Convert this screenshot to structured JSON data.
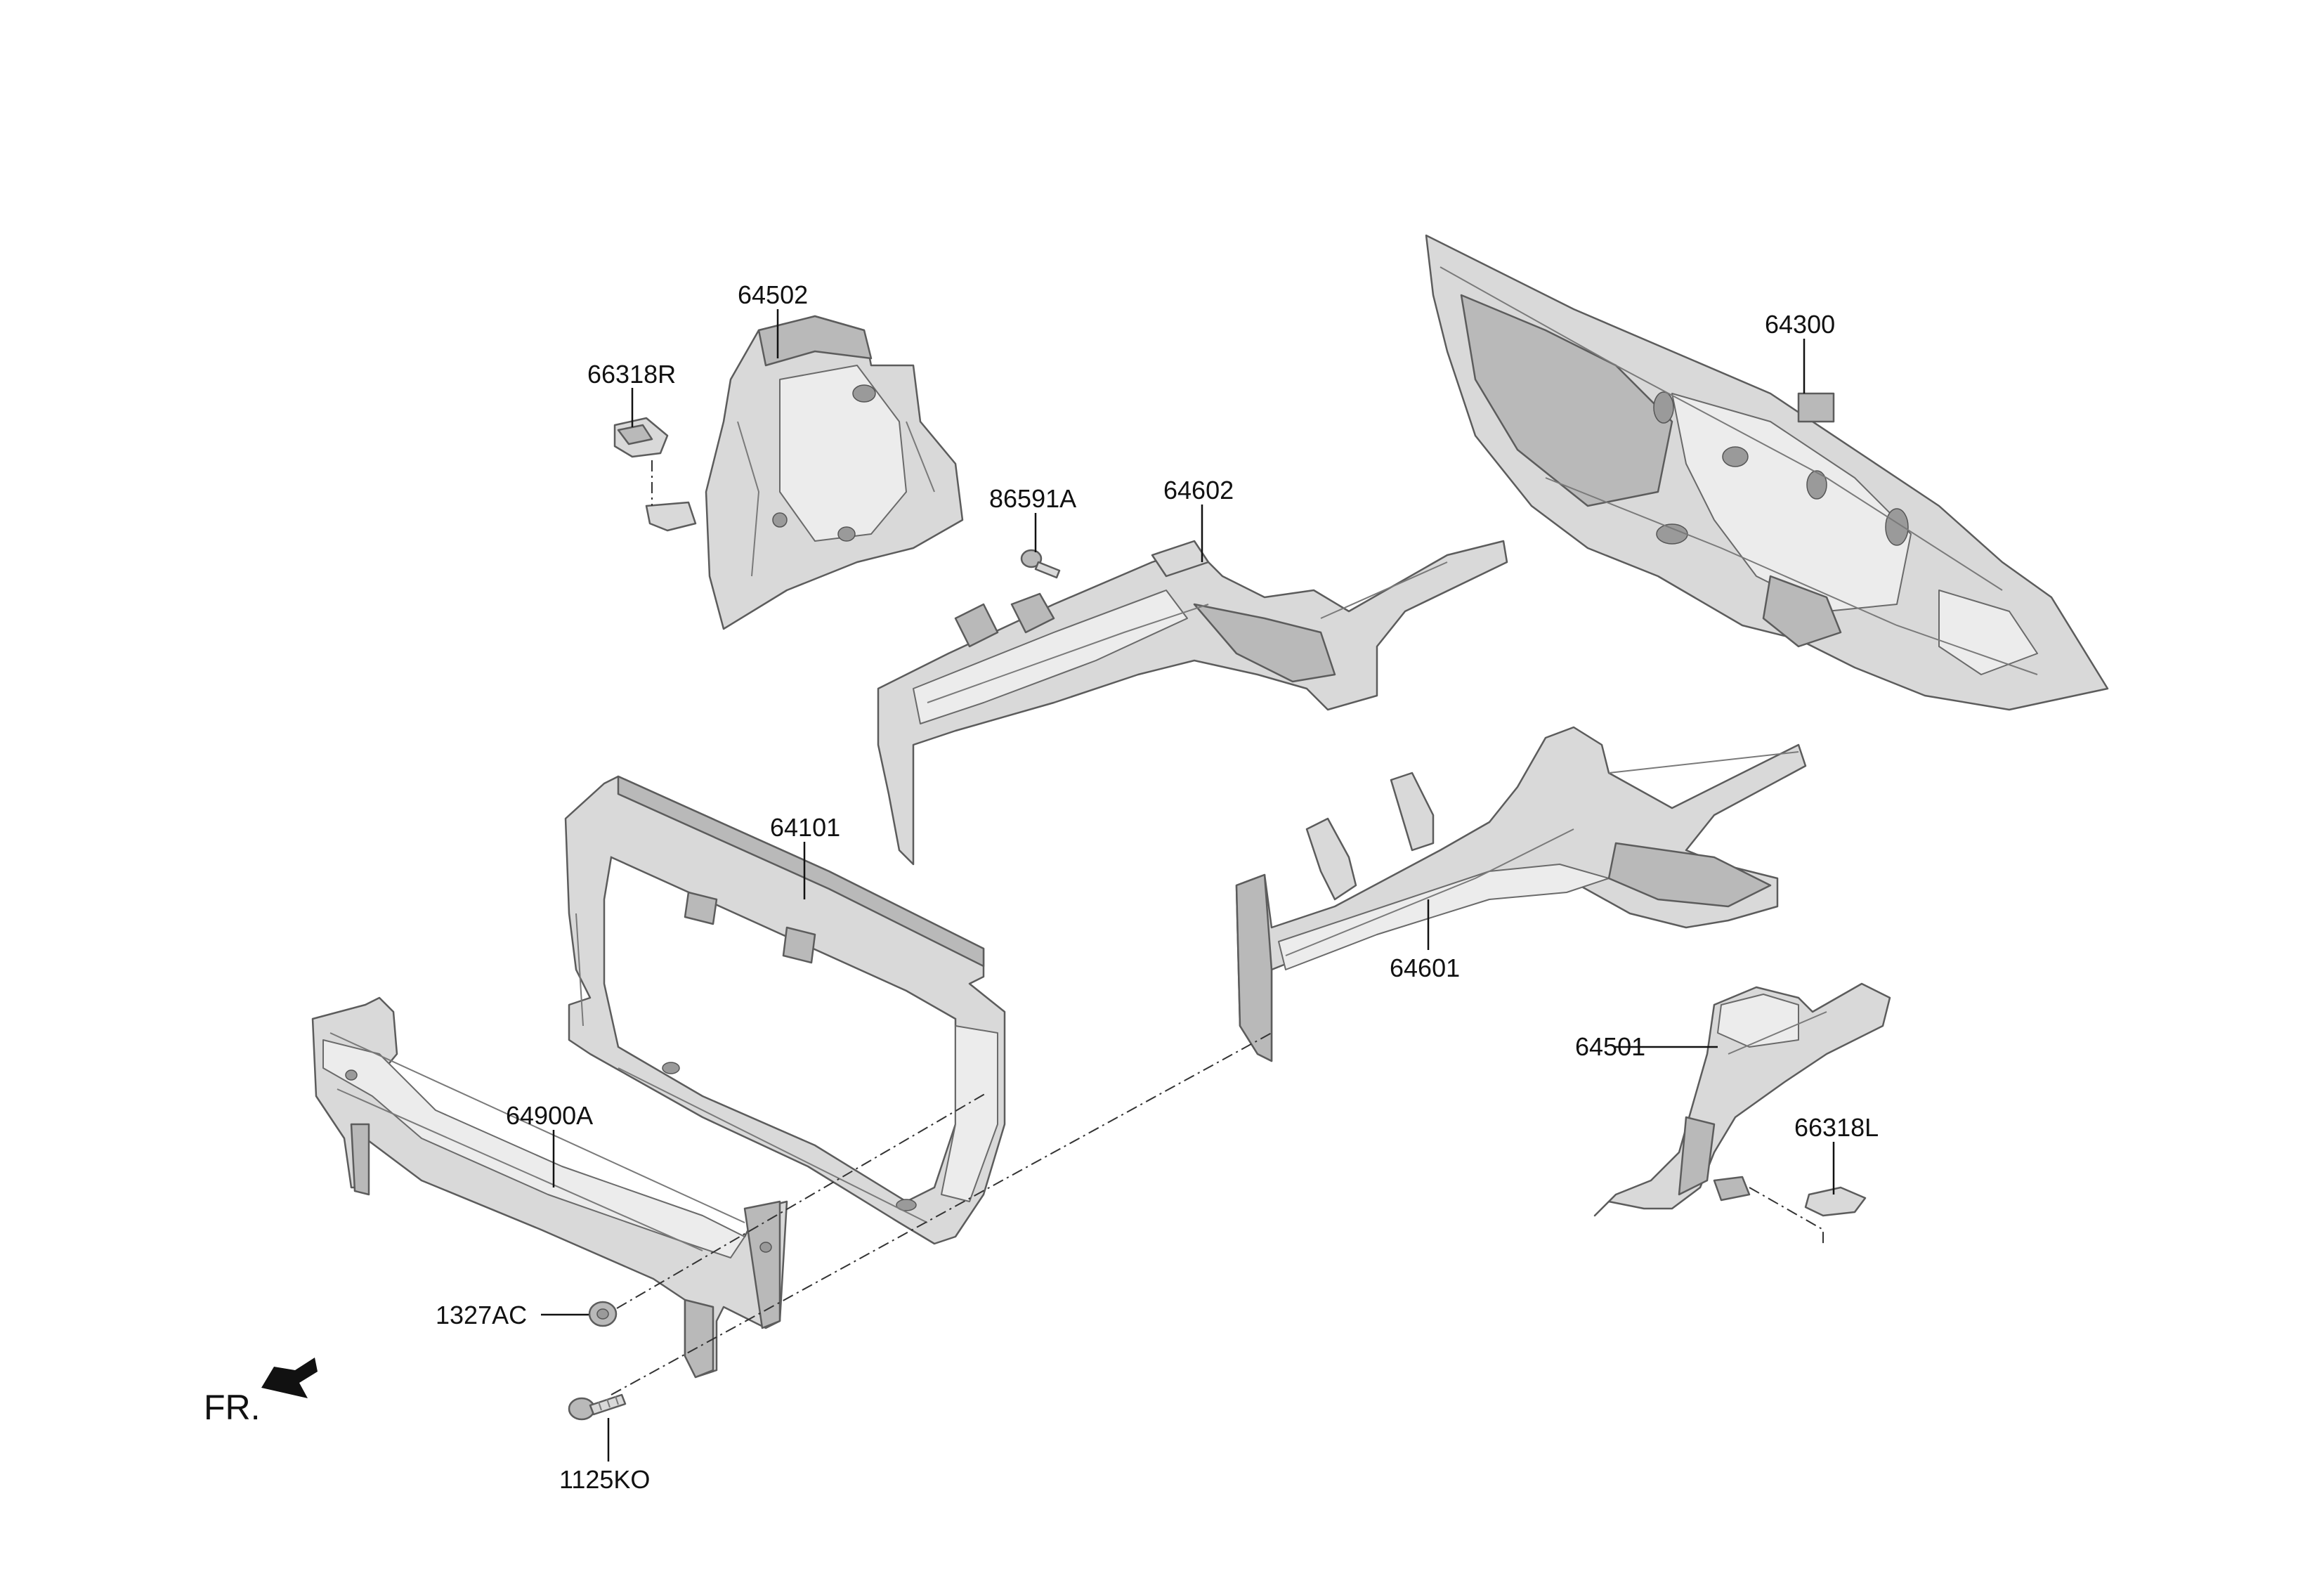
{
  "orientation_label": "FR.",
  "callouts": {
    "p64502": "64502",
    "p66318R": "66318R",
    "p86591A": "86591A",
    "p64602": "64602",
    "p64300": "64300",
    "p64101": "64101",
    "p64601": "64601",
    "p64501": "64501",
    "p66318L": "66318L",
    "p64900A": "64900A",
    "p1327AC": "1327AC",
    "p1125KO": "1125KO"
  },
  "colors": {
    "part_fill": "#d9d9d9",
    "part_shadow": "#b9b9b9",
    "line": "#111111",
    "background": "#ffffff"
  }
}
